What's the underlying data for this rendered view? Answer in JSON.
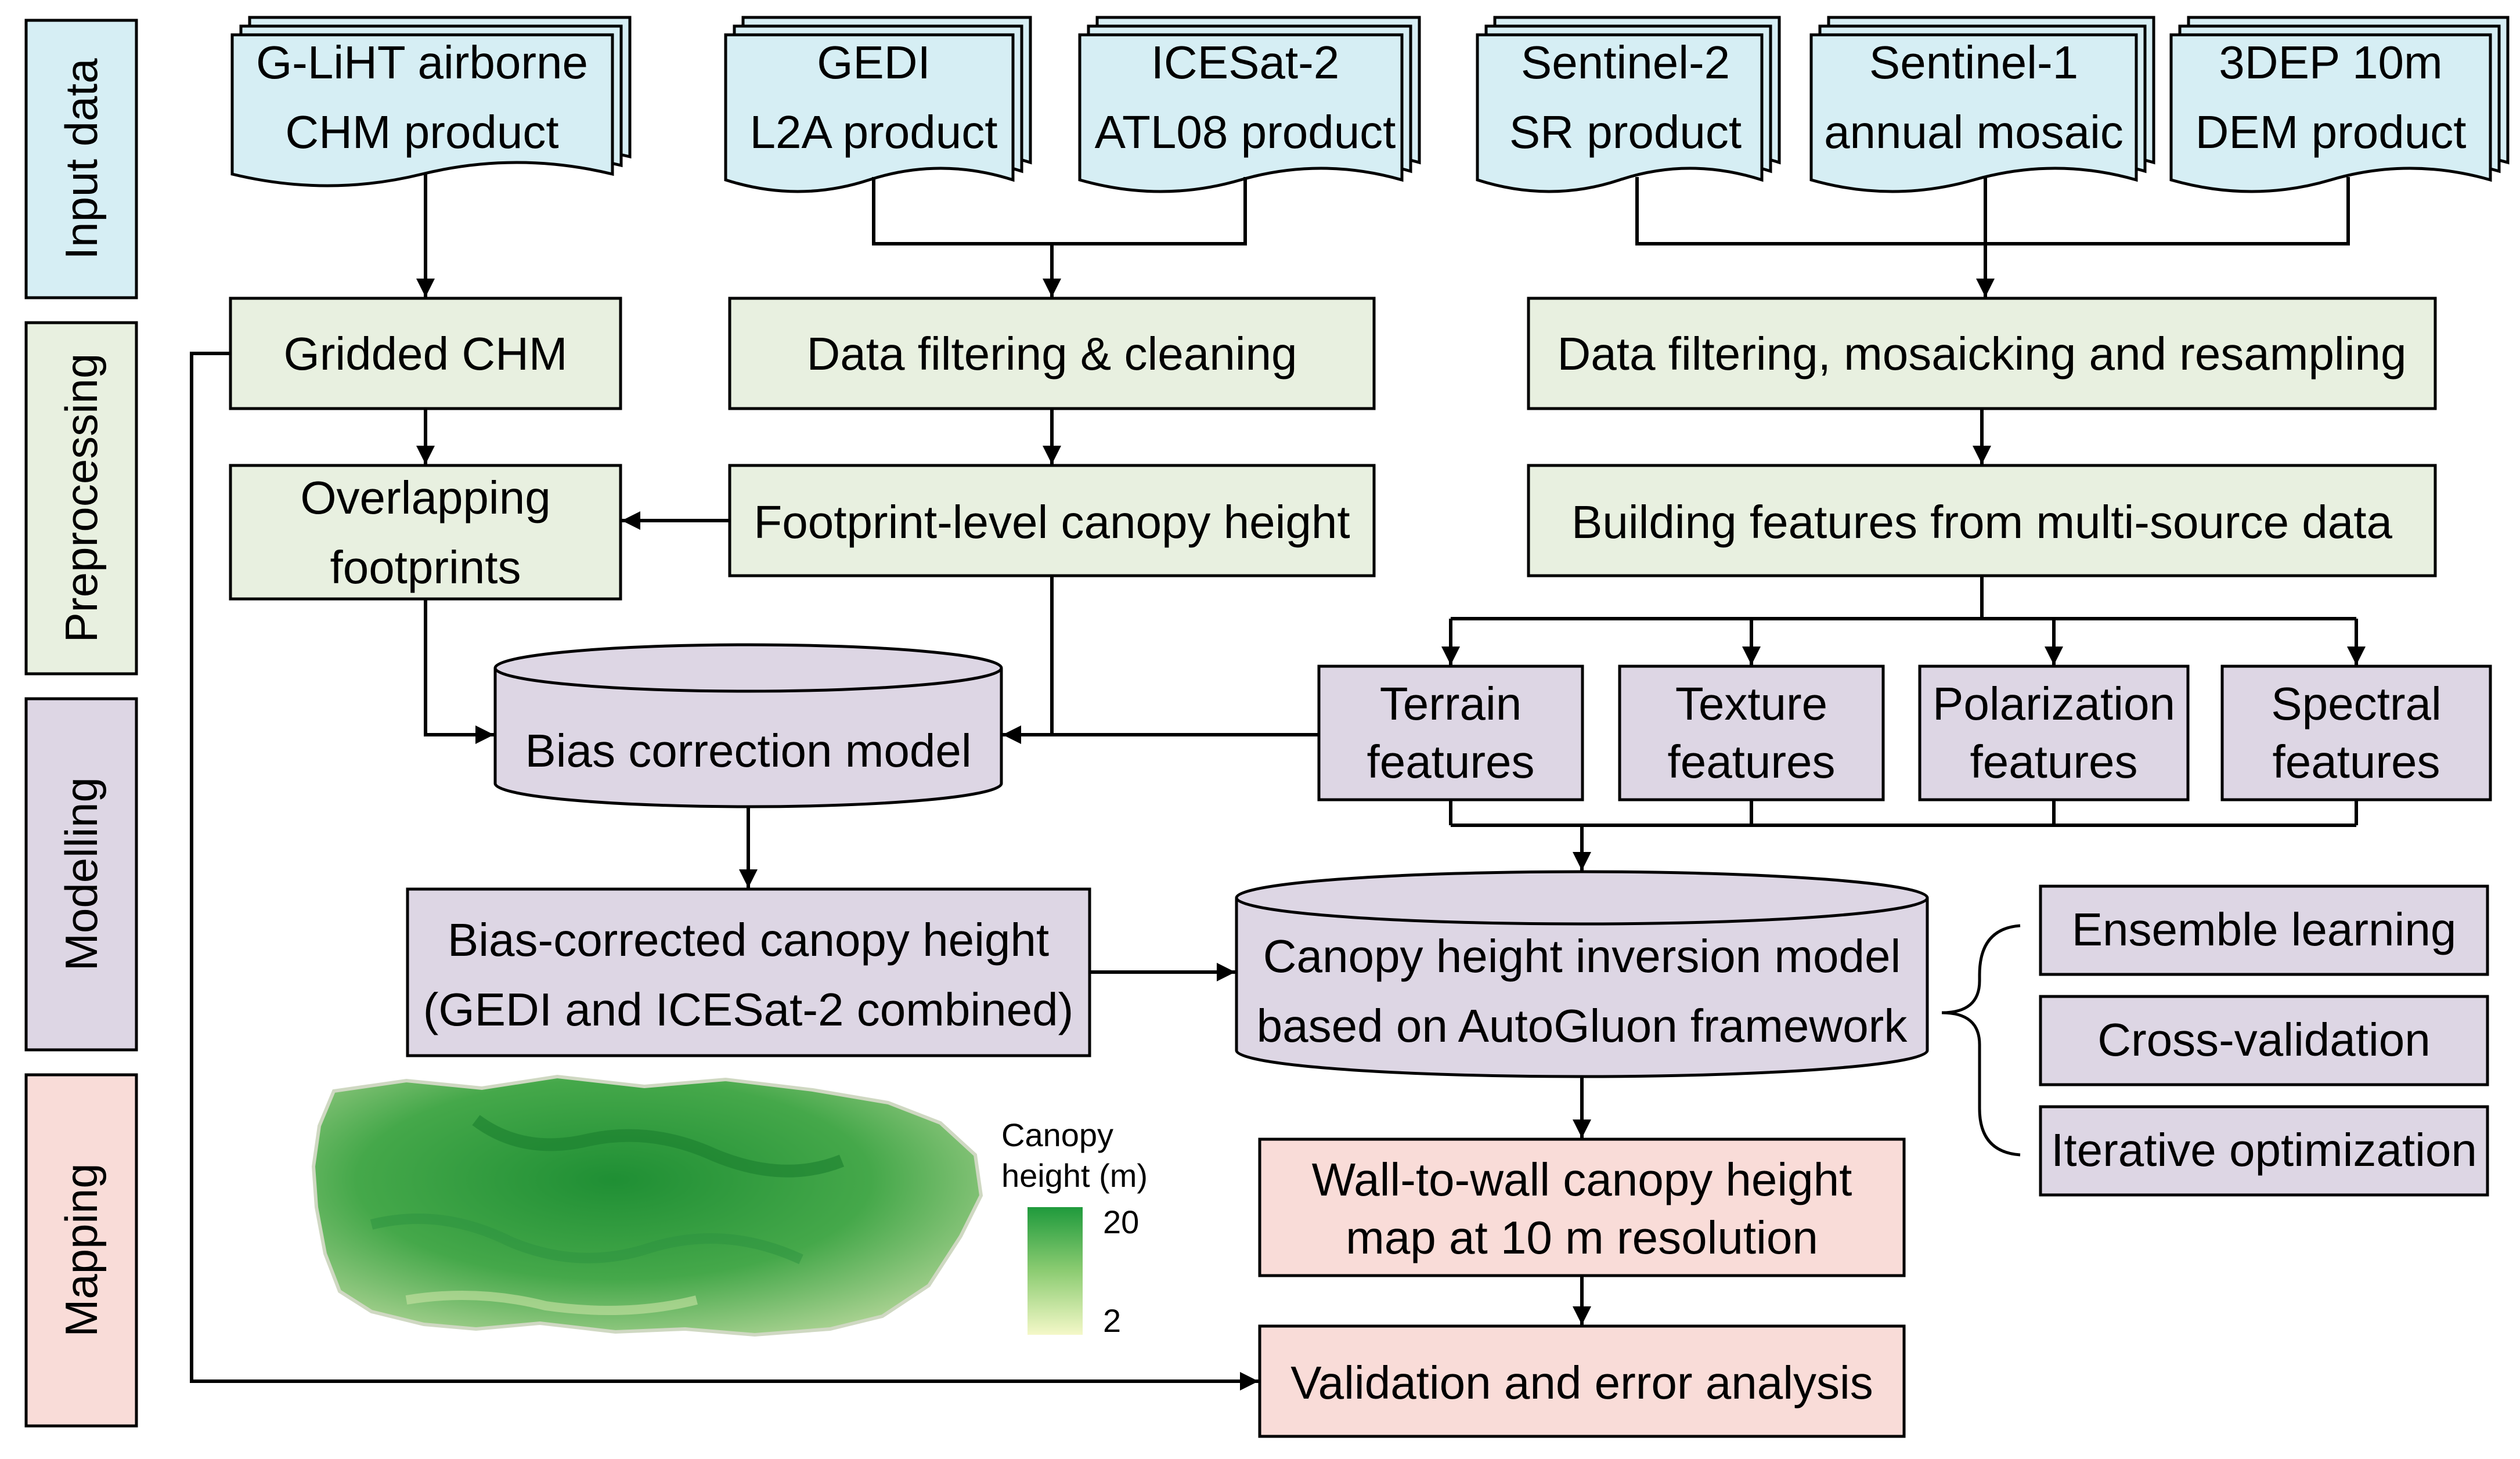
{
  "stages": {
    "input": "Input data",
    "preprocessing": "Preprocessing",
    "modelling": "Modelling",
    "mapping": "Mapping"
  },
  "inputs": {
    "gliht": [
      "G-LiHT airborne",
      "CHM product"
    ],
    "gedi": [
      "GEDI",
      "L2A product"
    ],
    "icesat": [
      "ICESat-2",
      "ATL08 product"
    ],
    "sentinel2": [
      "Sentinel-2",
      "SR product"
    ],
    "sentinel1": [
      "Sentinel-1",
      "annual mosaic"
    ],
    "dep": [
      "3DEP 10m",
      "DEM product"
    ]
  },
  "preprocessing": {
    "gridded_chm": "Gridded CHM",
    "data_filtering": "Data filtering & cleaning",
    "data_mosaicking": "Data filtering, mosaicking and resampling",
    "overlapping": [
      "Overlapping",
      "footprints"
    ],
    "footprint_height": "Footprint-level canopy height",
    "building_features": "Building features from multi-source data"
  },
  "modelling": {
    "bias_model": "Bias correction model",
    "bias_corrected": [
      "Bias-corrected canopy height",
      "(GEDI and ICESat-2 combined)"
    ],
    "features": [
      [
        "Terrain",
        "features"
      ],
      [
        "Texture",
        "features"
      ],
      [
        "Polarization",
        "features"
      ],
      [
        "Spectral",
        "features"
      ]
    ],
    "inversion_model": [
      "Canopy height inversion model",
      "based on AutoGluon framework"
    ],
    "methods": [
      "Ensemble learning",
      "Cross-validation",
      "Iterative optimization"
    ]
  },
  "mapping": {
    "wall_to_wall": [
      "Wall-to-wall canopy height",
      "map at 10 m resolution"
    ],
    "validation": "Validation and error analysis",
    "colorbar_title": [
      "Canopy",
      "height (m)"
    ],
    "colorbar_max": "20",
    "colorbar_min": "2"
  },
  "colors": {
    "input_fill": "#d6eef4",
    "preproc_fill": "#e8f0e0",
    "model_fill": "#ddd6e4",
    "map_fill": "#f9dcd8",
    "canopy_dark": "#1f9a3c",
    "canopy_light": "#f4f8c8"
  }
}
